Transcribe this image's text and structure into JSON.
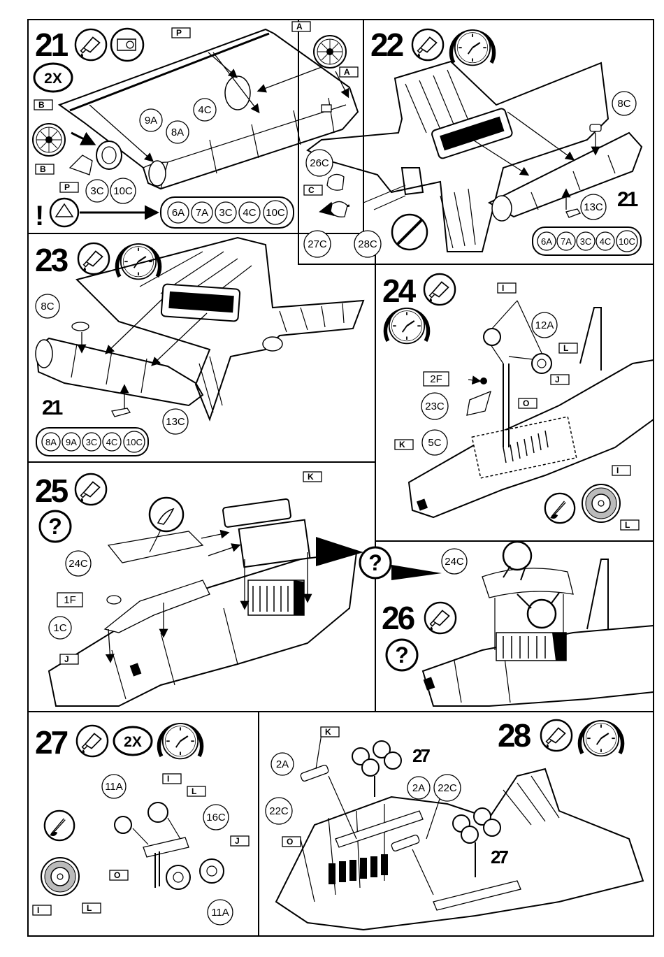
{
  "steps": {
    "s21": {
      "number": "21",
      "multiplier": "2X",
      "parts": [
        "9A",
        "4C",
        "8A",
        "3C",
        "10C"
      ],
      "flags": [
        "P",
        "A",
        "A",
        "B",
        "B",
        "P"
      ],
      "warning": "!",
      "ref_parts": [
        "6A",
        "7A",
        "3C",
        "4C",
        "10C"
      ]
    },
    "s22": {
      "number": "22",
      "parts": [
        "8C",
        "26C",
        "27C",
        "28C",
        "13C"
      ],
      "flags": [
        "C"
      ],
      "sub": "21",
      "ref_parts": [
        "6A",
        "7A",
        "3C",
        "4C",
        "10C"
      ]
    },
    "s23": {
      "number": "23",
      "parts": [
        "8C",
        "13C"
      ],
      "sub": "21",
      "ref_parts": [
        "8A",
        "9A",
        "3C",
        "4C",
        "10C"
      ]
    },
    "s24": {
      "number": "24",
      "parts": [
        "12A",
        "2F",
        "23C",
        "5C"
      ],
      "flags": [
        "I",
        "L",
        "J",
        "O",
        "K",
        "I",
        "L"
      ]
    },
    "s25": {
      "number": "25",
      "parts": [
        "24C",
        "1F",
        "1C"
      ],
      "flags": [
        "K",
        "J"
      ],
      "question": "?"
    },
    "s26": {
      "number": "26",
      "parts": [
        "24C"
      ],
      "question": "?"
    },
    "s27": {
      "number": "27",
      "multiplier": "2X",
      "parts": [
        "11A",
        "16C",
        "11A"
      ],
      "flags": [
        "I",
        "L",
        "J",
        "O",
        "I",
        "L"
      ]
    },
    "s28": {
      "number": "28",
      "parts": [
        "2A",
        "22C",
        "2A",
        "22C"
      ],
      "flags": [
        "K",
        "O"
      ],
      "sub_a": "27",
      "sub_b": "27"
    }
  }
}
